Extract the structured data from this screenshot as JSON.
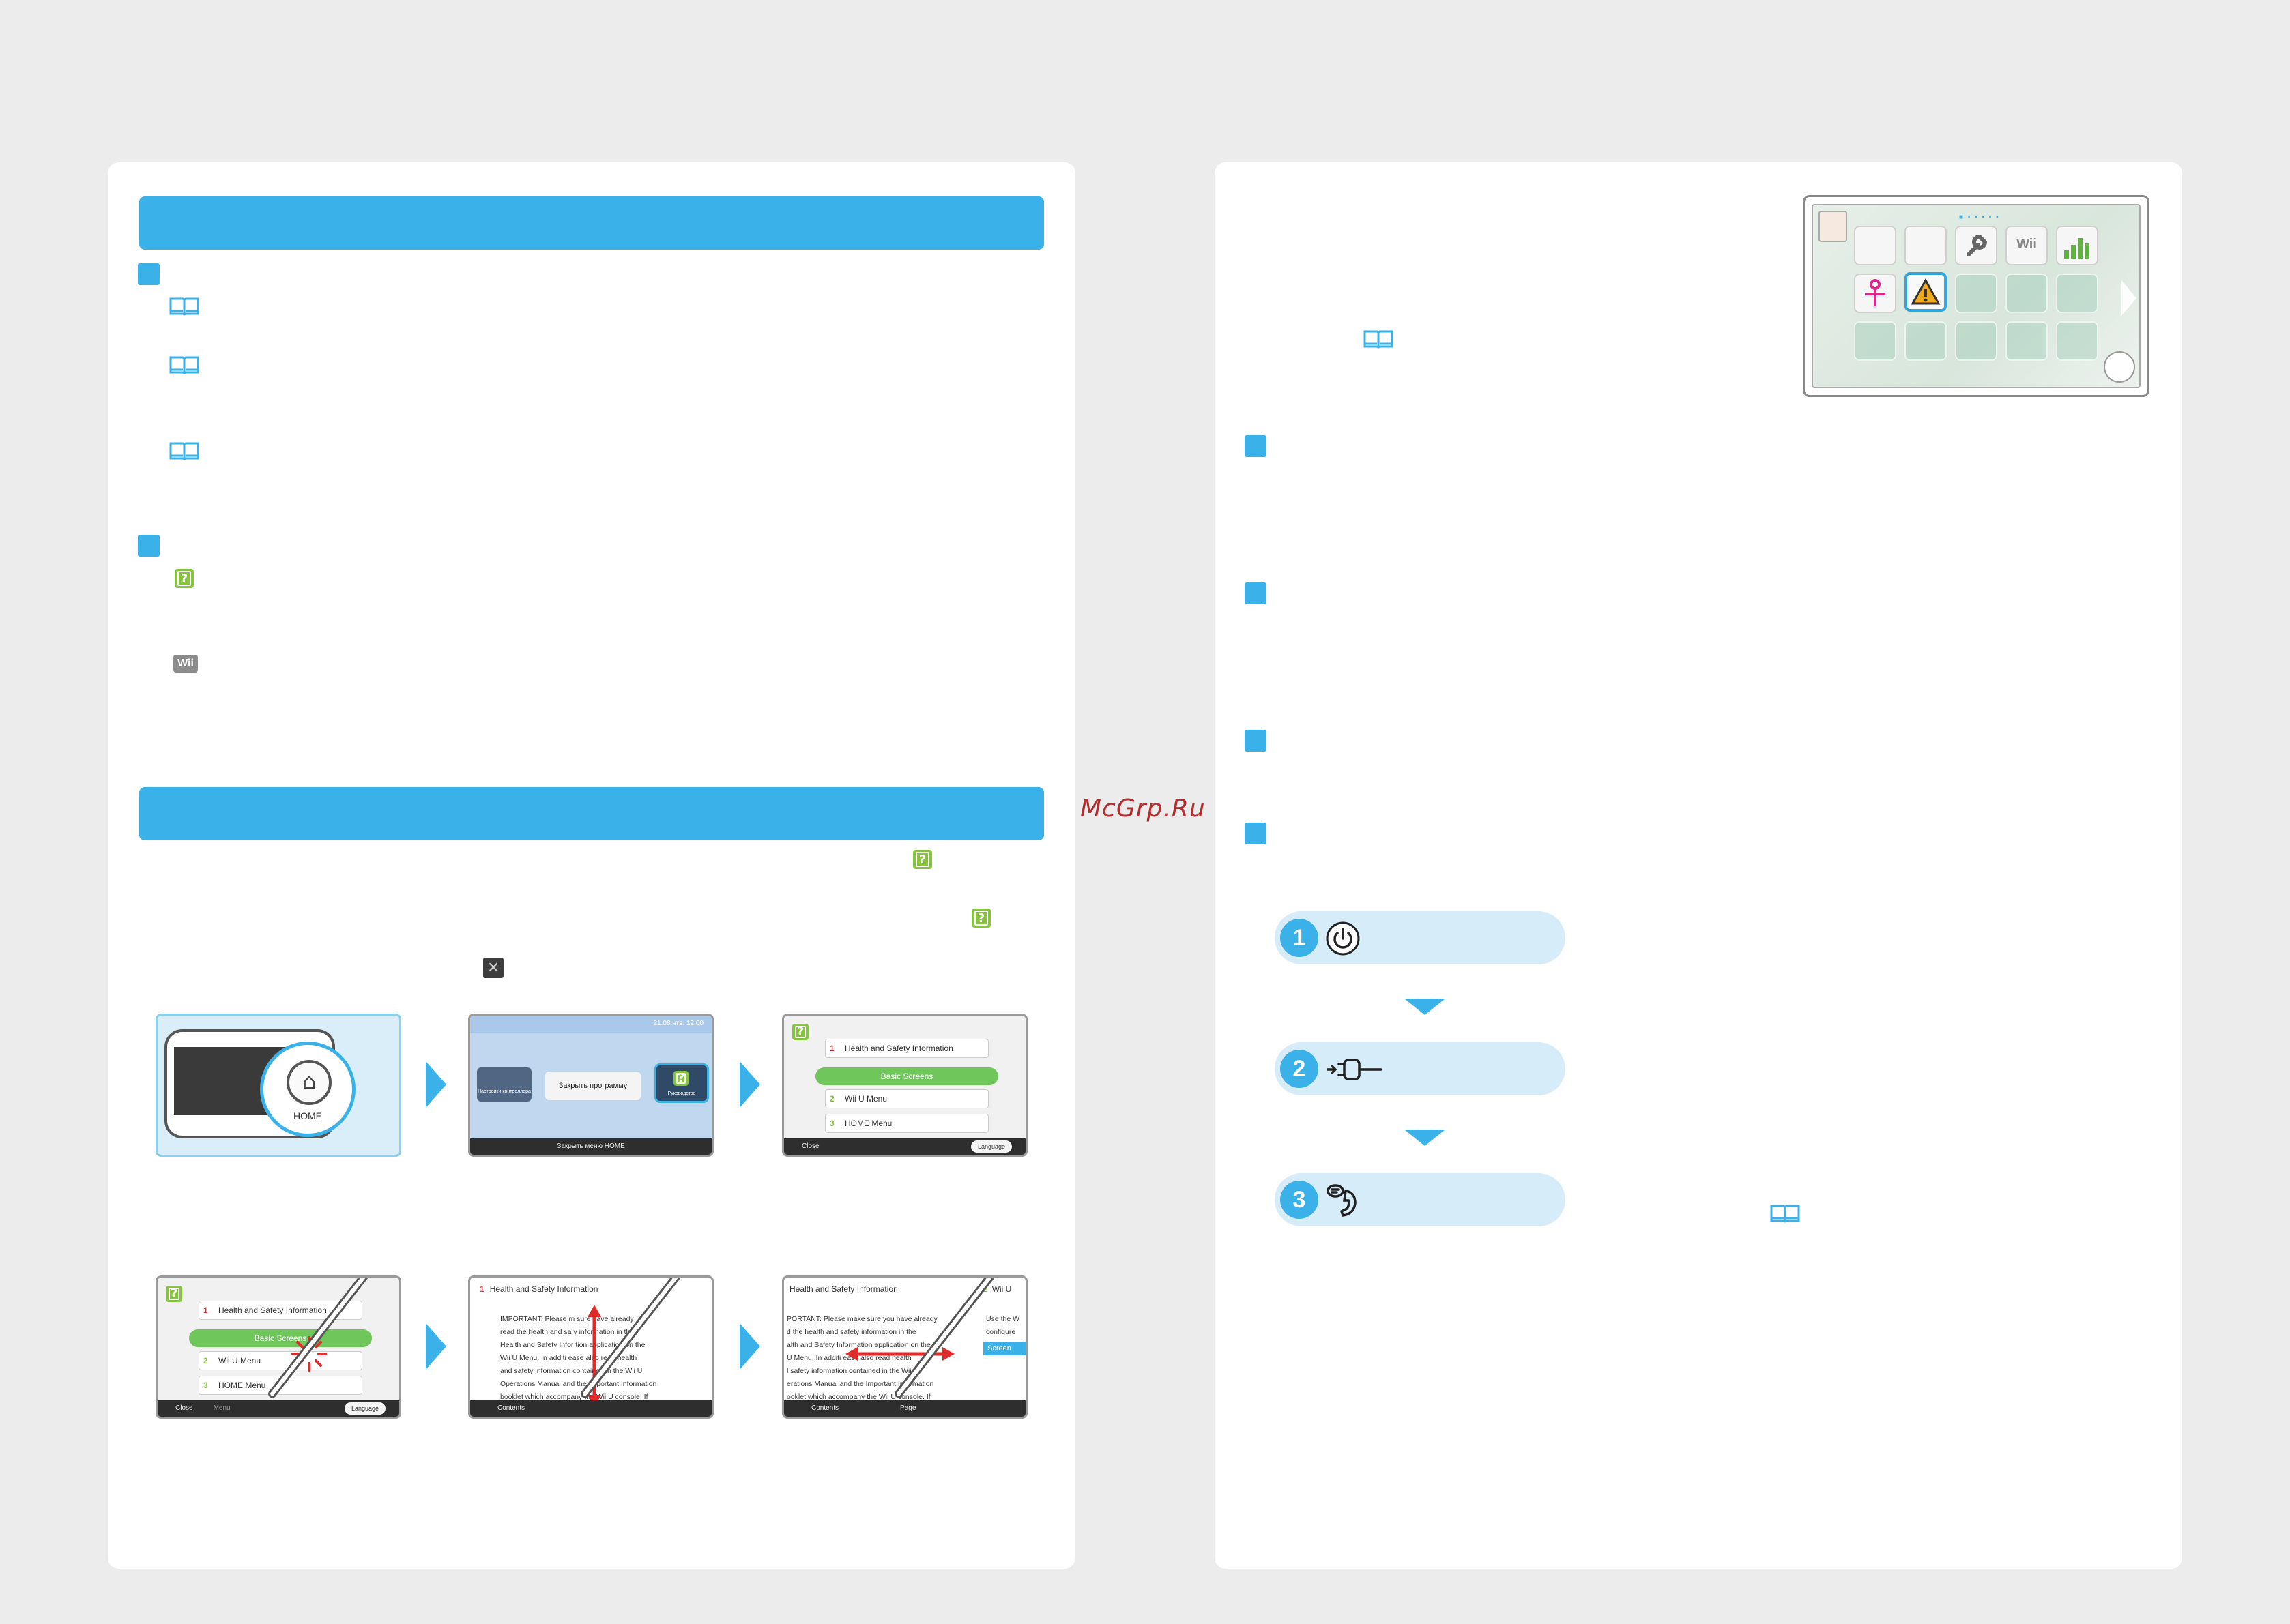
{
  "watermark": "McGrp.Ru",
  "icons": {
    "manual": "book-icon",
    "help": "help-icon",
    "wii": "wii-icon",
    "close": "x-icon"
  },
  "colors": {
    "accent": "#3ab1e8",
    "help_green": "#86c440",
    "step_bg": "#d6edf9",
    "watermark": "#b52a2a"
  },
  "left_page": {
    "thumb1": {
      "home_label": "HOME"
    },
    "thumb2": {
      "time": "21.08.чтв. 12:00",
      "controller_label": "Настройки контроллера",
      "close_button": "Закрыть программу",
      "manual_label": "Руководство",
      "footer": "Закрыть меню HOME"
    },
    "manual_menu": {
      "items": [
        {
          "num": "1",
          "label": "Health and Safety Information"
        },
        {
          "num": "",
          "label": "Basic Screens"
        },
        {
          "num": "2",
          "label": "Wii U Menu"
        },
        {
          "num": "3",
          "label": "HOME Menu"
        }
      ],
      "close": "Close",
      "menu_hint": "Menu",
      "language": "Language"
    },
    "doc_view": {
      "heading_num": "1",
      "heading": "Health and Safety Information",
      "body": "IMPORTANT: Please m      sure      have already\nread the health and sa   y information in the\nHealth and Safety Infor   tion application on the\nWii U Menu. In additi    ease also read health\nand safety information contained in the Wii U\nOperations Manual and the Important Information\nbooklet which accompany the Wii U console. If\nthis    is to be used by young ch",
      "contents": "Contents"
    },
    "doc_scroll": {
      "heading": "Health and Safety Information",
      "right_num": "2",
      "right_heading": "Wii U",
      "body": "PORTANT: Please make sure you have already\nd the health and safety information in the\nalth and Safety Information application on the\nU Menu. In additi      ease also read health\nl safety information contained in the Wii U\nerations Manual and the Important Information\nooklet which accompany the Wii U console. If",
      "right_body": "Use the W\nconfigure",
      "right_tag": "Screen",
      "contents": "Contents",
      "page": "Page"
    }
  },
  "right_page": {
    "wiiu_menu": {
      "tile_label": "Wii"
    },
    "steps": [
      {
        "num": "1",
        "icon": "power-icon"
      },
      {
        "num": "2",
        "icon": "plug-icon"
      },
      {
        "num": "3",
        "icon": "phone-support-icon"
      }
    ]
  }
}
